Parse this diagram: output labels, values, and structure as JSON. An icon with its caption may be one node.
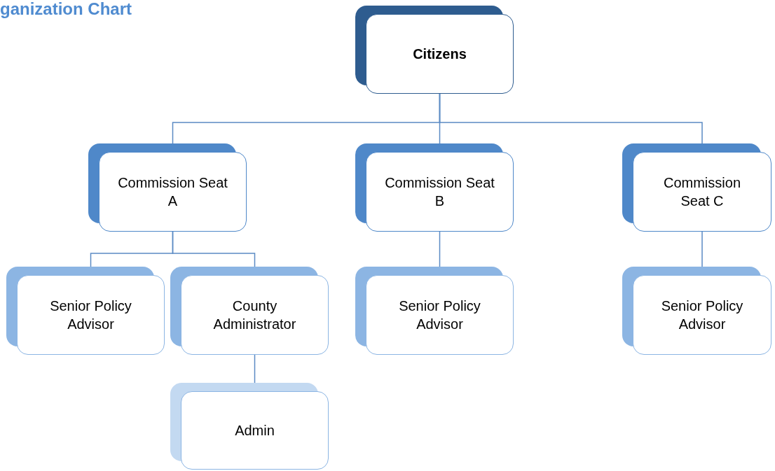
{
  "diagram": {
    "title": "ganization Chart",
    "nodes": [
      {
        "text": [
          "Citizens"
        ]
      },
      {
        "text": [
          "Commission Seat A"
        ]
      },
      {
        "text": [
          "Commission Seat B"
        ]
      },
      {
        "text": [
          "Commission Seat C"
        ]
      },
      {
        "text": [
          "Senior Policy Advisor"
        ]
      },
      {
        "text": [
          "County Administrator"
        ]
      },
      {
        "text": [
          "Senior Policy Advisor"
        ]
      },
      {
        "text": [
          "Senior Policy Advisor"
        ]
      },
      {
        "text": [
          "Admin"
        ]
      }
    ],
    "edges": [
      {
        "from": 0,
        "to": 1,
        "arrow": "none"
      },
      {
        "from": 0,
        "to": 2,
        "arrow": "none"
      },
      {
        "from": 0,
        "to": 3,
        "arrow": "none"
      },
      {
        "from": 1,
        "to": 4,
        "arrow": "none"
      },
      {
        "from": 1,
        "to": 5,
        "arrow": "none"
      },
      {
        "from": 2,
        "to": 6,
        "arrow": "none"
      },
      {
        "from": 3,
        "to": 7,
        "arrow": "none"
      },
      {
        "from": 5,
        "to": 8,
        "arrow": "none"
      }
    ]
  }
}
